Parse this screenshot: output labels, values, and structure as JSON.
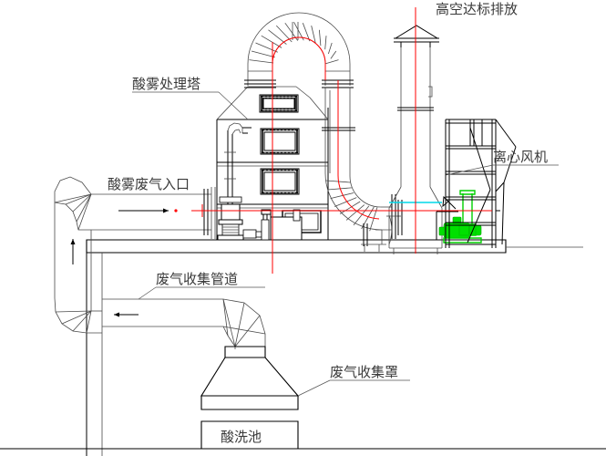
{
  "diagram": {
    "title_alt": "酸雾废气处理系统流程图",
    "labels": {
      "stack_outlet": "高空达标排放",
      "tower": "酸雾处理塔",
      "inlet": "酸雾废气入口",
      "fan": "离心风机",
      "duct": "废气收集管道",
      "hood": "废气收集罩",
      "tank": "酸洗池"
    },
    "colors": {
      "line": "#4a4a4a",
      "outline": "#000000",
      "centerline": "#ff0000",
      "fan_accent": "#00e000",
      "flange_accent": "#00d8e8",
      "text": "#3a3a3a",
      "background": "#ffffff"
    },
    "components": [
      {
        "name": "酸洗池",
        "type": "tank"
      },
      {
        "name": "废气收集罩",
        "type": "hood"
      },
      {
        "name": "废气收集管道",
        "type": "duct"
      },
      {
        "name": "酸雾处理塔",
        "type": "scrubber-tower"
      },
      {
        "name": "离心风机",
        "type": "centrifugal-fan"
      },
      {
        "name": "高空达标排放",
        "type": "exhaust-stack"
      }
    ],
    "flow_arrows": 4
  }
}
